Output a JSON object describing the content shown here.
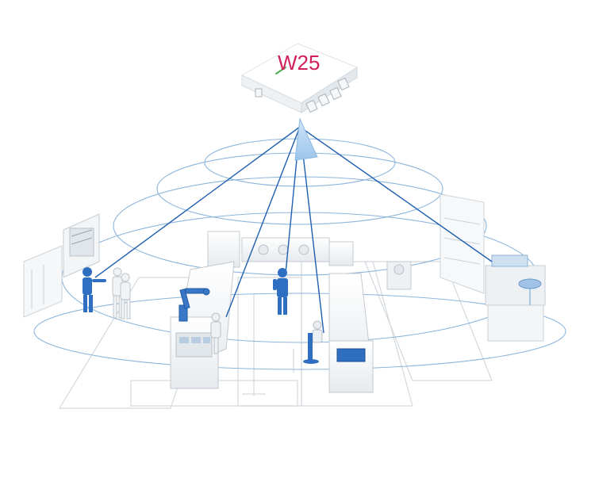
{
  "device": {
    "label": "W25",
    "label_color": "#d11f5c",
    "led_color": "#4caf50"
  },
  "colors": {
    "beam": "#1f5fb0",
    "ring": "#7ea9d3",
    "worker_highlight": "#2f6fc2",
    "equipment": "#d8dde2",
    "floor_line": "#cfd6dc"
  },
  "scene": {
    "ring_count": 5,
    "beam_count": 5,
    "tracked_items": [
      "worker-at-board",
      "worker-at-robot-arm",
      "standing-worker",
      "seated-worker",
      "shelf-equipment"
    ]
  }
}
